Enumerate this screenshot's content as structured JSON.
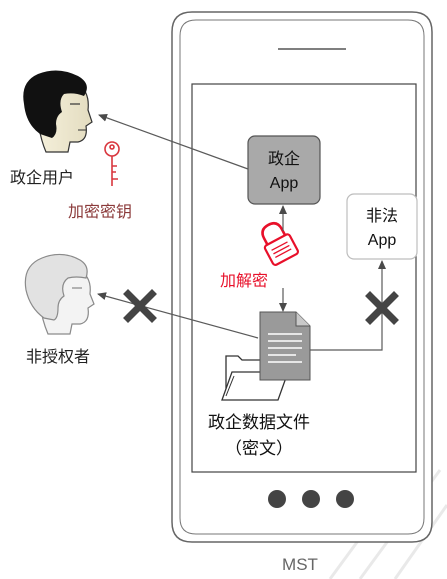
{
  "user": {
    "label": "政企用户"
  },
  "key": {
    "label": "加密密钥"
  },
  "unauthorized": {
    "label": "非授权者"
  },
  "gov_app": {
    "line1": "政企",
    "line2": "App"
  },
  "illegal_app": {
    "line1": "非法",
    "line2": "App"
  },
  "lock": {
    "label": "加解密"
  },
  "file": {
    "line1": "政企数据文件",
    "line2": "（密文）"
  },
  "device": {
    "name": "MST"
  },
  "colors": {
    "key_red": "#d9363e",
    "key_label": "#8b3a3a",
    "lock_red": "#e8102a",
    "gov_app_fill": "#a9a9a9",
    "cross": "#444444",
    "arrow": "#5a5a5a"
  }
}
